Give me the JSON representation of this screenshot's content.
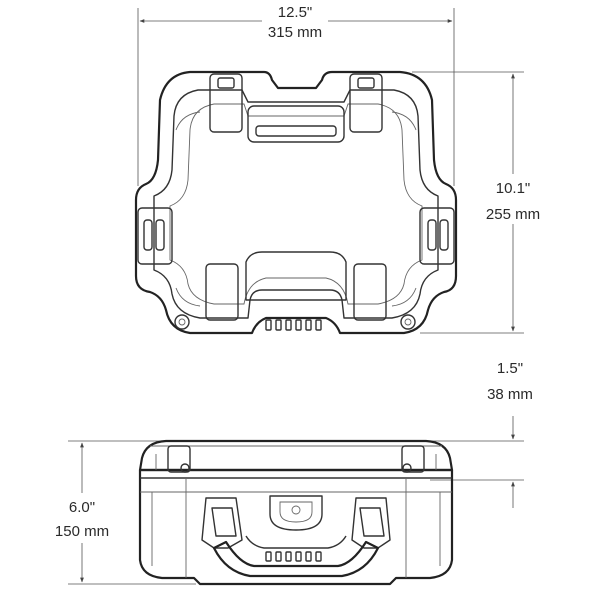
{
  "dimensions": {
    "width": {
      "inches": "12.5\"",
      "mm": "315 mm"
    },
    "length": {
      "inches": "10.1\"",
      "mm": "255 mm"
    },
    "depth": {
      "inches": "1.5\"",
      "mm": "38 mm"
    },
    "height": {
      "inches": "6.0\"",
      "mm": "150 mm"
    }
  }
}
